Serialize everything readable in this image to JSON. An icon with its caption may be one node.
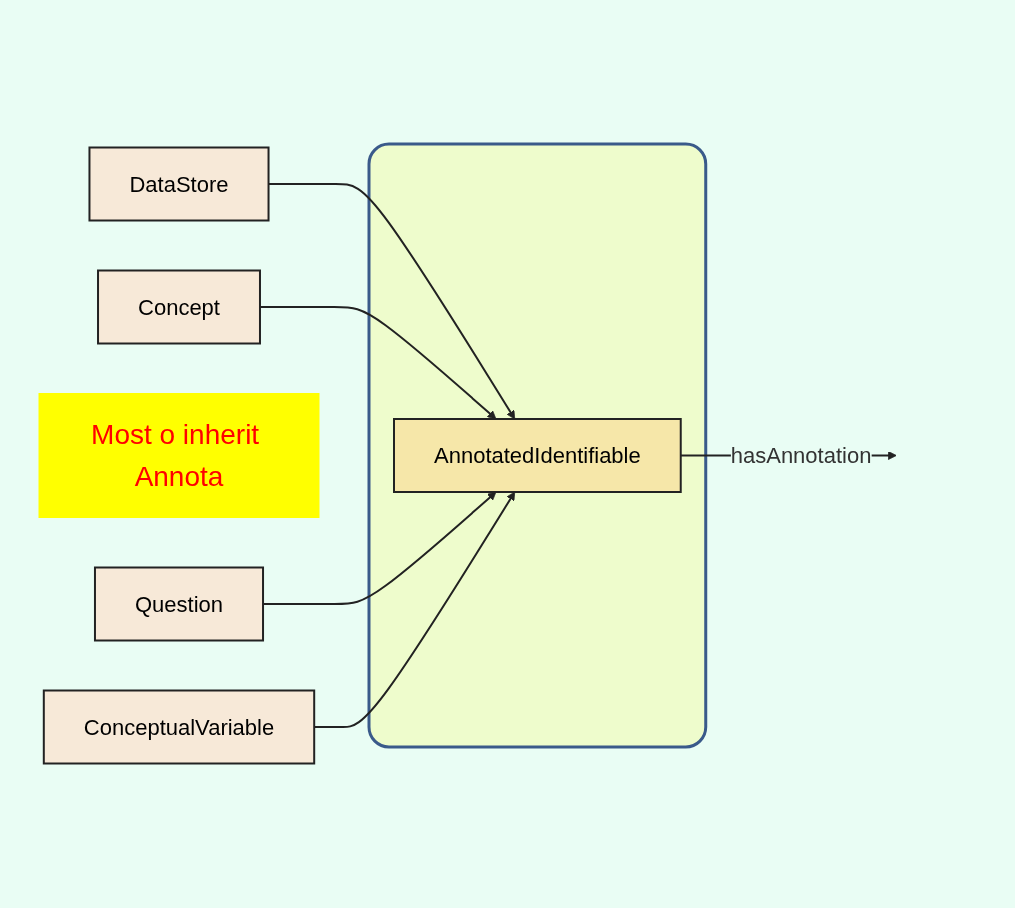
{
  "diagram": {
    "nodes": [
      {
        "text": [
          "DataStore"
        ]
      },
      {
        "text": [
          "Concept"
        ]
      },
      {
        "text": [
          "Most o inherit Annota"
        ]
      },
      {
        "text": [],
        "shape": "box"
      },
      {
        "text": [
          "AnnotatedIdentifiable"
        ],
        "in": 3
      },
      {
        "text": [
          "Question"
        ]
      },
      {
        "text": [
          "ConceptualVariable"
        ]
      }
    ],
    "edges": [
      {
        "from": 0,
        "to": 4,
        "arrow": "to"
      },
      {
        "from": 1,
        "to": 4,
        "arrow": "to"
      },
      {
        "from": 5,
        "to": 4,
        "arrow": "to"
      },
      {
        "from": 6,
        "to": 4,
        "arrow": "to"
      },
      {
        "from": 4,
        "to": null,
        "label": "hasAnnotation",
        "arrow": "to"
      }
    ]
  }
}
